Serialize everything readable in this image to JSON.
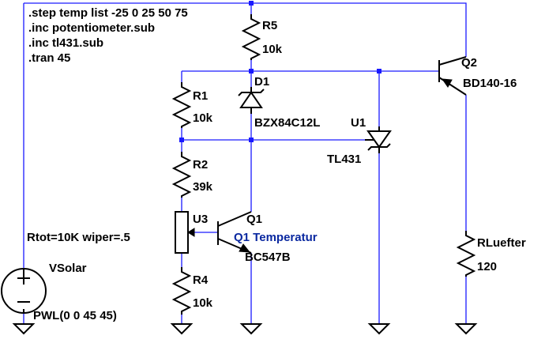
{
  "directives": [
    ".step temp list -25 0 25 50 75",
    ".inc potentiometer.sub",
    ".inc tl431.sub",
    ".tran 45"
  ],
  "components": {
    "R5": {
      "name": "R5",
      "value": "10k"
    },
    "D1": {
      "name": "D1",
      "value": "BZX84C12L"
    },
    "R1": {
      "name": "R1",
      "value": "10k"
    },
    "R2": {
      "name": "R2",
      "value": "39k"
    },
    "U1": {
      "name": "U1",
      "value": "TL431"
    },
    "U3": {
      "name": "U3",
      "value": "Rtot=10K wiper=.5"
    },
    "Q1": {
      "name": "Q1",
      "value": "BC547B",
      "label": "Q1 Temperatur"
    },
    "R4": {
      "name": "R4",
      "value": "10k"
    },
    "Q2": {
      "name": "Q2",
      "value": "BD140-16"
    },
    "RLuefter": {
      "name": "RLuefter",
      "value": "120"
    },
    "VSolar": {
      "name": "VSolar",
      "value": "PWL(0 0 45 45)"
    }
  },
  "colors": {
    "wire": "#1a1aff",
    "component": "#000000",
    "netlabel": "#0a28a0",
    "background": "#ffffff"
  }
}
